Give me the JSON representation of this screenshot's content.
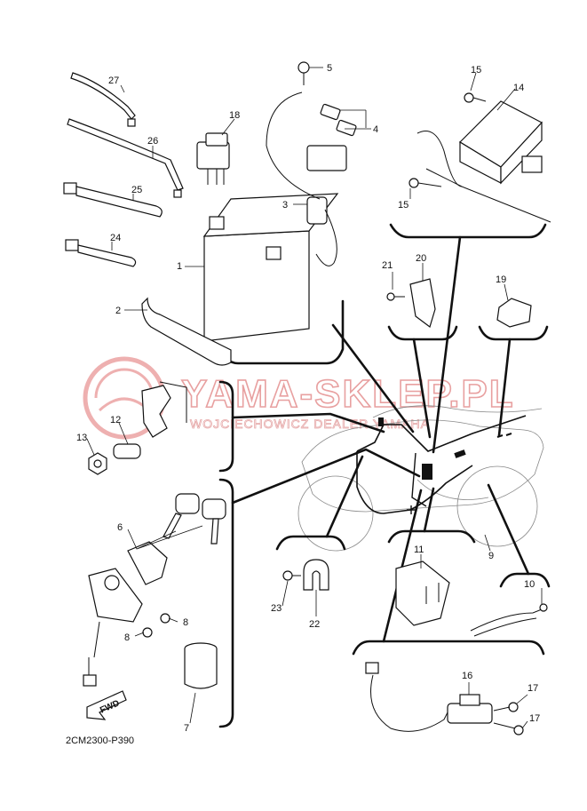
{
  "diagram": {
    "code": "2CM2300-P390",
    "watermark": {
      "line1": "YAMA-SKLEP.PL",
      "line2": "WOJCIECHOWICZ DEALER YAMAHA"
    },
    "fwd_label": "FWD",
    "callouts": [
      {
        "id": "c1",
        "label": "1",
        "part": "battery"
      },
      {
        "id": "c2",
        "label": "2",
        "part": "battery-band"
      },
      {
        "id": "c3",
        "label": "3",
        "part": "fuse-holder"
      },
      {
        "id": "c4",
        "label": "4",
        "part": "fuses"
      },
      {
        "id": "c5",
        "label": "5",
        "part": "bolt"
      },
      {
        "id": "c6",
        "label": "6",
        "part": "main-switch"
      },
      {
        "id": "c7",
        "label": "7",
        "part": "switch-cover"
      },
      {
        "id": "c8a",
        "label": "8",
        "part": "screw"
      },
      {
        "id": "c8b",
        "label": "8",
        "part": "screw"
      },
      {
        "id": "c9",
        "label": "9",
        "part": "wire-harness"
      },
      {
        "id": "c10",
        "label": "10",
        "part": "sensor-lead"
      },
      {
        "id": "c11",
        "label": "11",
        "part": "holder"
      },
      {
        "id": "c12",
        "label": "12",
        "part": "seat-lock"
      },
      {
        "id": "c13",
        "label": "13",
        "part": "nut"
      },
      {
        "id": "c14",
        "label": "14",
        "part": "ecu"
      },
      {
        "id": "c15a",
        "label": "15",
        "part": "bolt"
      },
      {
        "id": "c15b",
        "label": "15",
        "part": "bolt"
      },
      {
        "id": "c16",
        "label": "16",
        "part": "relay-unit"
      },
      {
        "id": "c17a",
        "label": "17",
        "part": "screw"
      },
      {
        "id": "c17b",
        "label": "17",
        "part": "screw"
      },
      {
        "id": "c18",
        "label": "18",
        "part": "relay"
      },
      {
        "id": "c19",
        "label": "19",
        "part": "coupler"
      },
      {
        "id": "c20",
        "label": "20",
        "part": "cover"
      },
      {
        "id": "c21",
        "label": "21",
        "part": "screw"
      },
      {
        "id": "c22",
        "label": "22",
        "part": "clamp"
      },
      {
        "id": "c23",
        "label": "23",
        "part": "screw"
      },
      {
        "id": "c24",
        "label": "24",
        "part": "band"
      },
      {
        "id": "c25",
        "label": "25",
        "part": "band"
      },
      {
        "id": "c26",
        "label": "26",
        "part": "band"
      },
      {
        "id": "c27",
        "label": "27",
        "part": "band"
      }
    ]
  }
}
